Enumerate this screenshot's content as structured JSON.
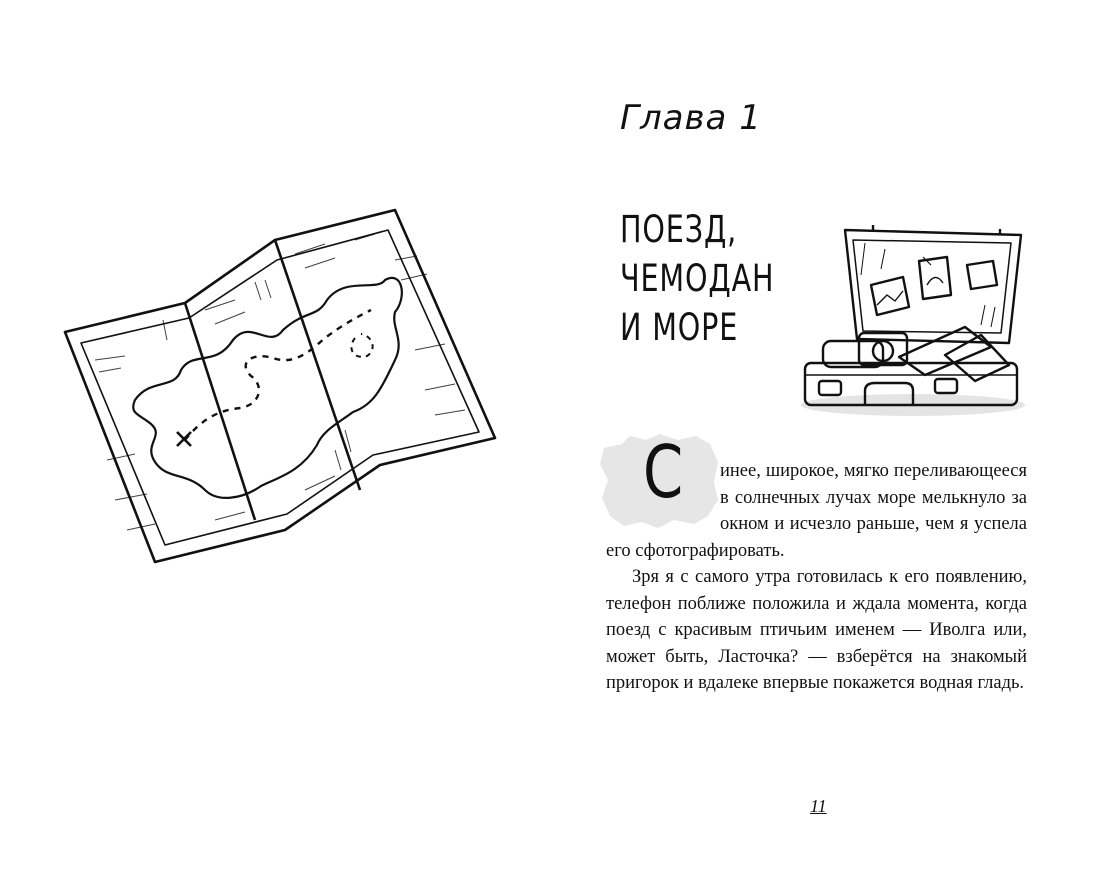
{
  "chapter": {
    "label": "Глава 1",
    "title_lines": [
      "ПОЕЗД,",
      "ЧЕМОДАН",
      "И МОРЕ"
    ]
  },
  "drop_cap": {
    "letter": "С"
  },
  "paragraphs": [
    "инее, широкое, мягко пере­ливающееся в солнечных лучах море мелькнуло за окном и ис­чезло раньше, чем я успела его сфотогра­фировать.",
    "Зря я с самого утра готовилась к его появ­лению, телефон поближе положила и ждала момента, когда поезд с красивым птичьим именем — Иволга или, может быть, Ласточ­ка? — взберётся на знакомый пригорок и вда­леке впервые покажется водная гладь."
  ],
  "page_number": "11",
  "illustrations": {
    "map": "treasure-map-icon",
    "suitcase": "suitcase-icon"
  }
}
